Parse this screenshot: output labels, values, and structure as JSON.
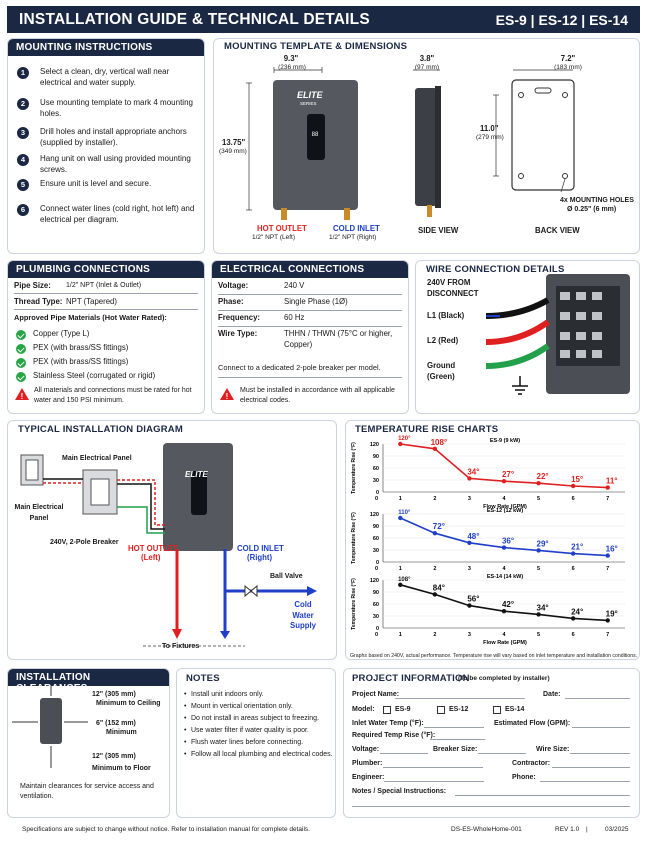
{
  "header": {
    "title": "INSTALLATION GUIDE & TECHNICAL DETAILS",
    "models": "ES-9 | ES-12 | ES-14"
  },
  "mounting": {
    "title": "MOUNTING INSTRUCTIONS",
    "steps": [
      {
        "n": "1",
        "text": "Select a clean, dry, vertical wall near electrical and water supply."
      },
      {
        "n": "2",
        "text": "Use mounting template to mark 4 mounting holes."
      },
      {
        "n": "3",
        "text": "Drill holes and install appropriate anchors (supplied by installer)."
      },
      {
        "n": "4",
        "text": "Hang unit on wall using provided mounting screws."
      },
      {
        "n": "5",
        "text": "Ensure unit is level and secure."
      },
      {
        "n": "6",
        "text": "Connect water lines (cold right, hot left) and electrical per diagram."
      }
    ]
  },
  "template": {
    "title": "MOUNTING TEMPLATE & DIMENSIONS",
    "w1": "9.3\"",
    "w1mm": "(236 mm)",
    "w2": "3.8\"",
    "w2mm": "(97 mm)",
    "w3": "7.2\"",
    "w3mm": "(183 mm)",
    "h1": "13.75\"",
    "h1mm": "(349 mm)",
    "h2": "11.0\"",
    "h2mm": "(279 mm)",
    "brand": "ELITE",
    "series": "SERIES",
    "hot": "HOT OUTLET",
    "hotSub": "1/2\" NPT (Left)",
    "cold": "COLD INLET",
    "coldSub": "1/2\" NPT (Right)",
    "side": "SIDE VIEW",
    "back": "BACK VIEW",
    "holes": "4x MOUNTING HOLES",
    "holesSize": "Ø 0.25\" (6 mm)"
  },
  "plumbing": {
    "title": "PLUMBING CONNECTIONS",
    "pipeSizeL": "Pipe Size:",
    "pipeSize": "1/2\" NPT (Inlet & Outlet)",
    "threadL": "Thread Type:",
    "thread": "NPT (Tapered)",
    "approved": "Approved Pipe Materials (Hot Water Rated):",
    "materials": [
      "Copper (Type L)",
      "PEX (with brass/SS fittings)",
      "PEX (with brass/SS fittings)",
      "Stainless Steel (corrugated or rigid)"
    ],
    "warn": "All materials and connections must be rated for hot water and 150 PSI minimum."
  },
  "electrical": {
    "title": "ELECTRICAL CONNECTIONS",
    "rows": [
      {
        "k": "Voltage:",
        "v": "240 V"
      },
      {
        "k": "Phase:",
        "v": "Single Phase (1Ø)"
      },
      {
        "k": "Frequency:",
        "v": "60 Hz"
      },
      {
        "k": "Wire Type:",
        "v": "THHN / THWN (75°C or higher, Copper)"
      }
    ],
    "note": "Connect to a dedicated 2-pole breaker per model.",
    "warn": "Must be installed in accordance with all applicable electrical codes."
  },
  "wire": {
    "title": "WIRE CONNECTION DETAILS",
    "from": "240V FROM DISCONNECT",
    "l1": "L1 (Black)",
    "l2": "L2 (Red)",
    "gnd": "Ground (Green)"
  },
  "typical": {
    "title": "TYPICAL INSTALLATION DIAGRAM",
    "panel": "Main Electrical Panel",
    "panel2": "Main Electrical Panel",
    "breaker": "240V, 2-Pole Breaker",
    "hot": "HOT OUTLET",
    "hotSub": "(Left)",
    "cold": "COLD INLET",
    "coldSub": "(Right)",
    "valve": "Ball Valve",
    "supply": "Cold Water Supply",
    "fixtures": "To Fixtures"
  },
  "charts_title": "TEMPERATURE RISE CHARTS",
  "chart_note": "Graphs based on 240V, actual performance. Temperature rise will vary based on inlet temperature and installation conditions.",
  "chart_data": [
    {
      "type": "line",
      "title": "ES-9 (9 kW)",
      "xlabel": "Flow Rate (GPM)",
      "ylabel": "Temperature Rise (°F)",
      "x": [
        1,
        2,
        3,
        4,
        5,
        6,
        7
      ],
      "values": [
        120,
        108,
        34,
        27,
        22,
        15,
        11
      ],
      "labels": [
        "120°",
        "108°",
        "34°",
        "27°",
        "22°",
        "15°",
        "11°"
      ],
      "ylim": [
        0,
        120
      ],
      "yticks": [
        0,
        30,
        60,
        90,
        120
      ],
      "color": "#e02020"
    },
    {
      "type": "line",
      "title": "ES-12 (12 kW)",
      "xlabel": "",
      "ylabel": "Temperature Rise (°F)",
      "x": [
        1,
        2,
        3,
        4,
        5,
        6,
        7
      ],
      "values": [
        110,
        72,
        48,
        36,
        29,
        21,
        16
      ],
      "labels": [
        "110°",
        "72°",
        "48°",
        "36°",
        "29°",
        "21°",
        "16°"
      ],
      "ylim": [
        0,
        120
      ],
      "yticks": [
        0,
        30,
        60,
        90,
        120
      ],
      "color": "#1f3fc8"
    },
    {
      "type": "line",
      "title": "ES-14 (14 kW)",
      "xlabel": "Flow Rate (GPM)",
      "ylabel": "Temperature Rise (°F)",
      "x": [
        1,
        2,
        3,
        4,
        5,
        6,
        7
      ],
      "values": [
        108,
        84,
        56,
        42,
        34,
        24,
        19
      ],
      "labels": [
        "108°",
        "84°",
        "56°",
        "42°",
        "34°",
        "24°",
        "19°"
      ],
      "ylim": [
        0,
        120
      ],
      "yticks": [
        0,
        30,
        60,
        90,
        120
      ],
      "color": "#111111"
    }
  ],
  "clear": {
    "title": "INSTALLATION CLEARANCES",
    "top": "12\" (305 mm)",
    "topSub": "Minimum to Ceiling",
    "side": "6\" (152 mm)",
    "sideSub": "Minimum",
    "bottom": "12\" (305 mm)",
    "bottomSub": "Minimum to Floor",
    "note": "Maintain clearances for service access and ventilation."
  },
  "notes": {
    "title": "NOTES",
    "items": [
      "Install unit indoors only.",
      "Mount in vertical orientation only.",
      "Do not install in areas subject to freezing.",
      "Use water filter if water quality is poor.",
      "Flush water lines before connecting.",
      "Follow all local plumbing and electrical codes."
    ]
  },
  "project": {
    "title": "PROJECT INFORMATION",
    "sub": "(To be completed by installer)",
    "name": "Project Name:",
    "date": "Date:",
    "model": "Model:",
    "m1": "ES-9",
    "m2": "ES-12",
    "m3": "ES-14",
    "inlet": "Inlet Water Temp (°F):",
    "flow": "Estimated Flow (GPM):",
    "rise": "Required Temp Rise (°F):",
    "voltage": "Voltage:",
    "breaker": "Breaker Size:",
    "wire": "Wire Size:",
    "plumber": "Plumber:",
    "contractor": "Contractor:",
    "engineer": "Engineer:",
    "phone": "Phone:",
    "notes": "Notes / Special Instructions:"
  },
  "footer": {
    "left": "Specifications are subject to change without notice. Refer to installation manual for complete details.",
    "doc": "DS-ES-WholeHome-001",
    "rev": "REV 1.0",
    "sep": "|",
    "date": "03/2025"
  }
}
